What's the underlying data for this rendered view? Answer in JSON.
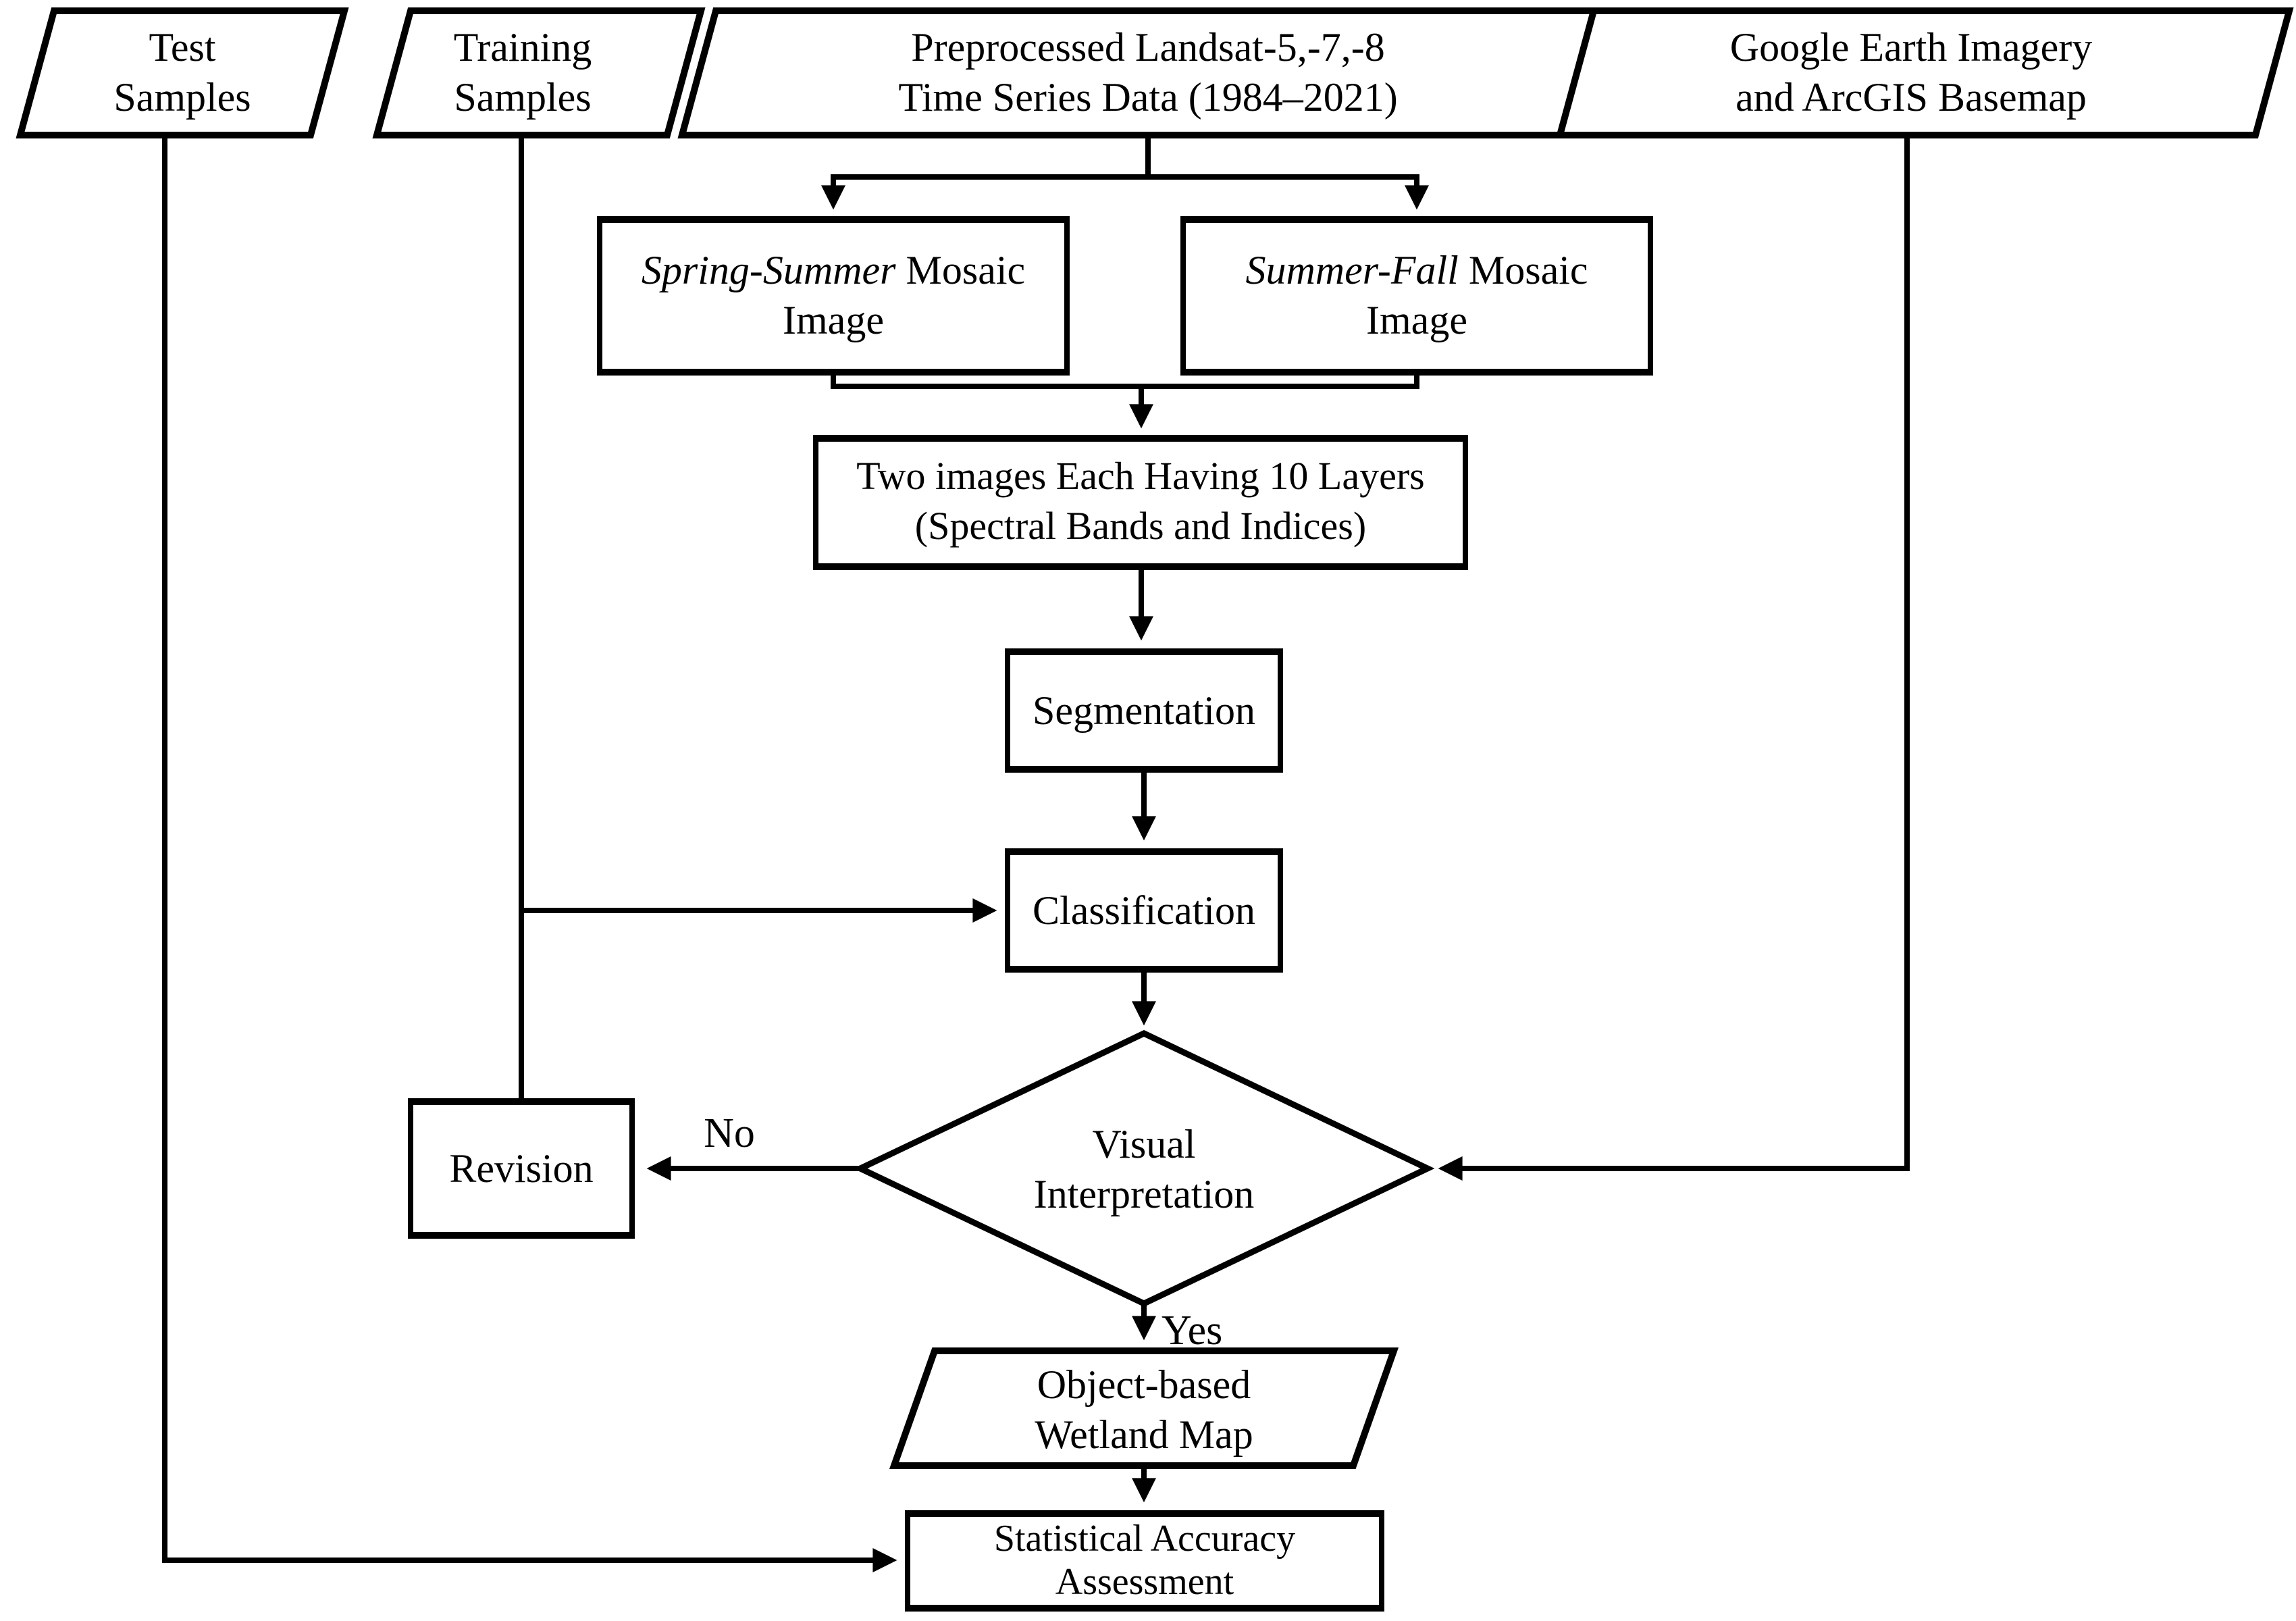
{
  "nodes": {
    "test_samples": {
      "line1": "Test",
      "line2": "Samples"
    },
    "training_samples": {
      "line1": "Training",
      "line2": "Samples"
    },
    "landsat": {
      "line1": "Preprocessed Landsat-5,-7,-8",
      "line2": "Time Series Data (1984–2021)"
    },
    "google_earth": {
      "line1": "Google Earth Imagery",
      "line2": "and ArcGIS Basemap"
    },
    "mosaic_spring": {
      "italic": "Spring-Summer",
      "rest": " Mosaic",
      "line2": "Image"
    },
    "mosaic_fall": {
      "italic": "Summer-Fall",
      "rest": " Mosaic",
      "line2": "Image"
    },
    "layers": {
      "line1": "Two images Each Having 10 Layers",
      "line2": "(Spectral Bands and Indices)"
    },
    "segmentation": {
      "label": "Segmentation"
    },
    "classification": {
      "label": "Classification"
    },
    "visual_interpretation": {
      "line1": "Visual",
      "line2": "Interpretation"
    },
    "revision": {
      "label": "Revision"
    },
    "wetland_map": {
      "line1": "Object-based",
      "line2": "Wetland Map"
    },
    "accuracy": {
      "line1": "Statistical Accuracy",
      "line2": "Assessment"
    }
  },
  "edge_labels": {
    "no": "No",
    "yes": "Yes"
  },
  "colors": {
    "line": "#000000",
    "shape_fill": "#ffffff",
    "background": "#ffffff"
  }
}
